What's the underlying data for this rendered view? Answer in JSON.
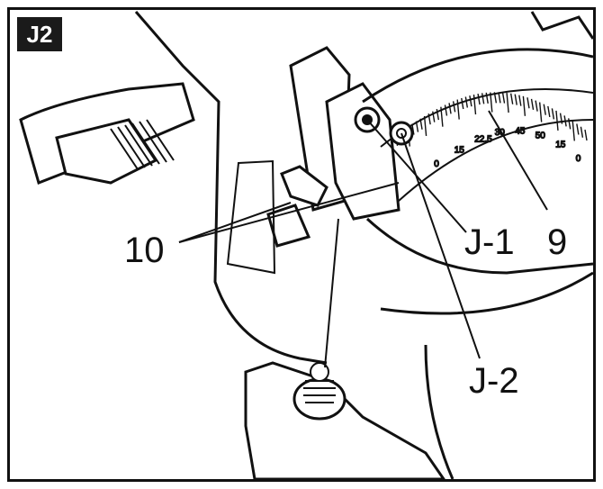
{
  "figure": {
    "label": "J2",
    "callouts": {
      "part_10": "10",
      "part_j1": "J-1",
      "part_9": "9",
      "part_j2": "J-2"
    },
    "scale_marks": [
      "0",
      "15",
      "22.5",
      "30",
      "45",
      "50",
      "15",
      "0"
    ]
  }
}
